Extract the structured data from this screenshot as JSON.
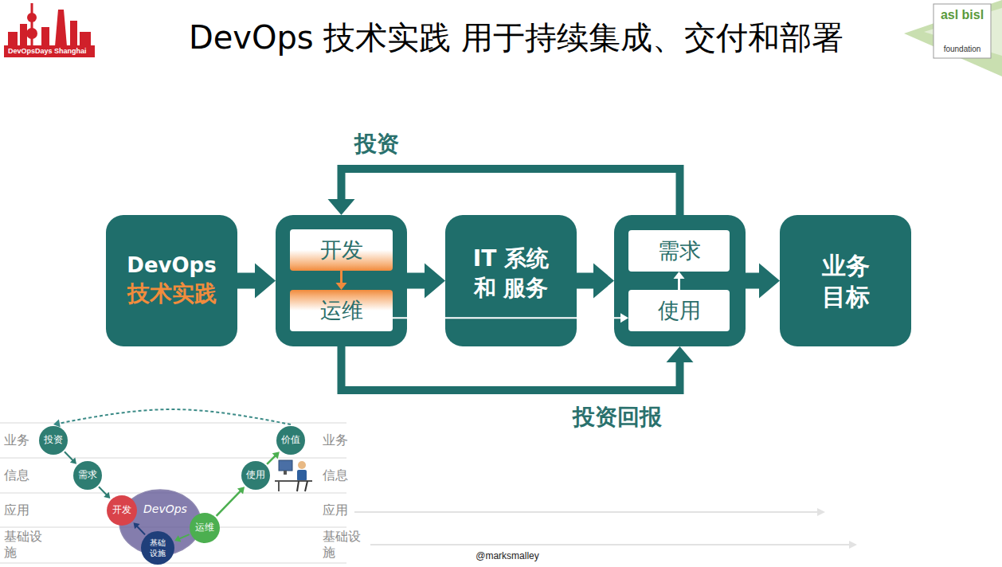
{
  "diagram": {
    "title": "DevOps 技术实践 用于持续集成、交付和部署",
    "nodes": [
      {
        "text": [
          "DevOps",
          "技术实践"
        ]
      },
      {
        "text": []
      },
      {
        "text": [
          "开发"
        ],
        "in": 1
      },
      {
        "text": [
          "运维"
        ],
        "in": 1
      },
      {
        "text": [
          "IT 系统 和 服务"
        ]
      },
      {
        "text": []
      },
      {
        "text": [
          "需求"
        ],
        "in": 5
      },
      {
        "text": [
          "使用"
        ],
        "in": 5
      },
      {
        "text": [
          "业务 目标"
        ]
      },
      {
        "text": [
          "投资"
        ]
      },
      {
        "text": [
          "需求"
        ]
      },
      {
        "text": [
          "开发"
        ]
      },
      {
        "text": [
          "DevOps"
        ]
      },
      {
        "text": [
          "运维"
        ]
      },
      {
        "text": [
          "基础设施"
        ]
      },
      {
        "text": [
          "使用"
        ]
      },
      {
        "text": [
          "价值"
        ]
      }
    ],
    "edges": [
      {
        "from": 0,
        "to": 1,
        "arrow": "to"
      },
      {
        "from": 1,
        "to": 4,
        "arrow": "to"
      },
      {
        "from": 4,
        "to": 5,
        "arrow": "to"
      },
      {
        "from": 5,
        "to": 8,
        "arrow": "to"
      },
      {
        "from": 2,
        "to": 3,
        "arrow": "to"
      },
      {
        "from": 7,
        "to": 6,
        "arrow": "to"
      },
      {
        "from": 3,
        "to": 7,
        "arrow": "to"
      },
      {
        "from": 5,
        "to": 1,
        "label": "投资",
        "arrow": "to"
      },
      {
        "from": 1,
        "to": 5,
        "label": "投资回报",
        "arrow": "to"
      },
      {
        "from": 9,
        "to": 10,
        "arrow": "to"
      },
      {
        "from": 10,
        "to": 11,
        "arrow": "to"
      },
      {
        "from": 14,
        "to": 11,
        "arrow": "to"
      },
      {
        "from": 13,
        "to": 14,
        "arrow": "to"
      },
      {
        "from": 13,
        "to": 15,
        "arrow": "to"
      },
      {
        "from": 15,
        "to": 16,
        "arrow": "to"
      },
      {
        "from": 16,
        "to": 9,
        "arrow": "to"
      }
    ],
    "labels": [
      "DevOpsDays Shanghai",
      "asl bisl",
      "foundation",
      "业务",
      "信息",
      "应用",
      "基础设施",
      "业务",
      "信息",
      "应用",
      "基础设施",
      "@marksmalley"
    ]
  }
}
